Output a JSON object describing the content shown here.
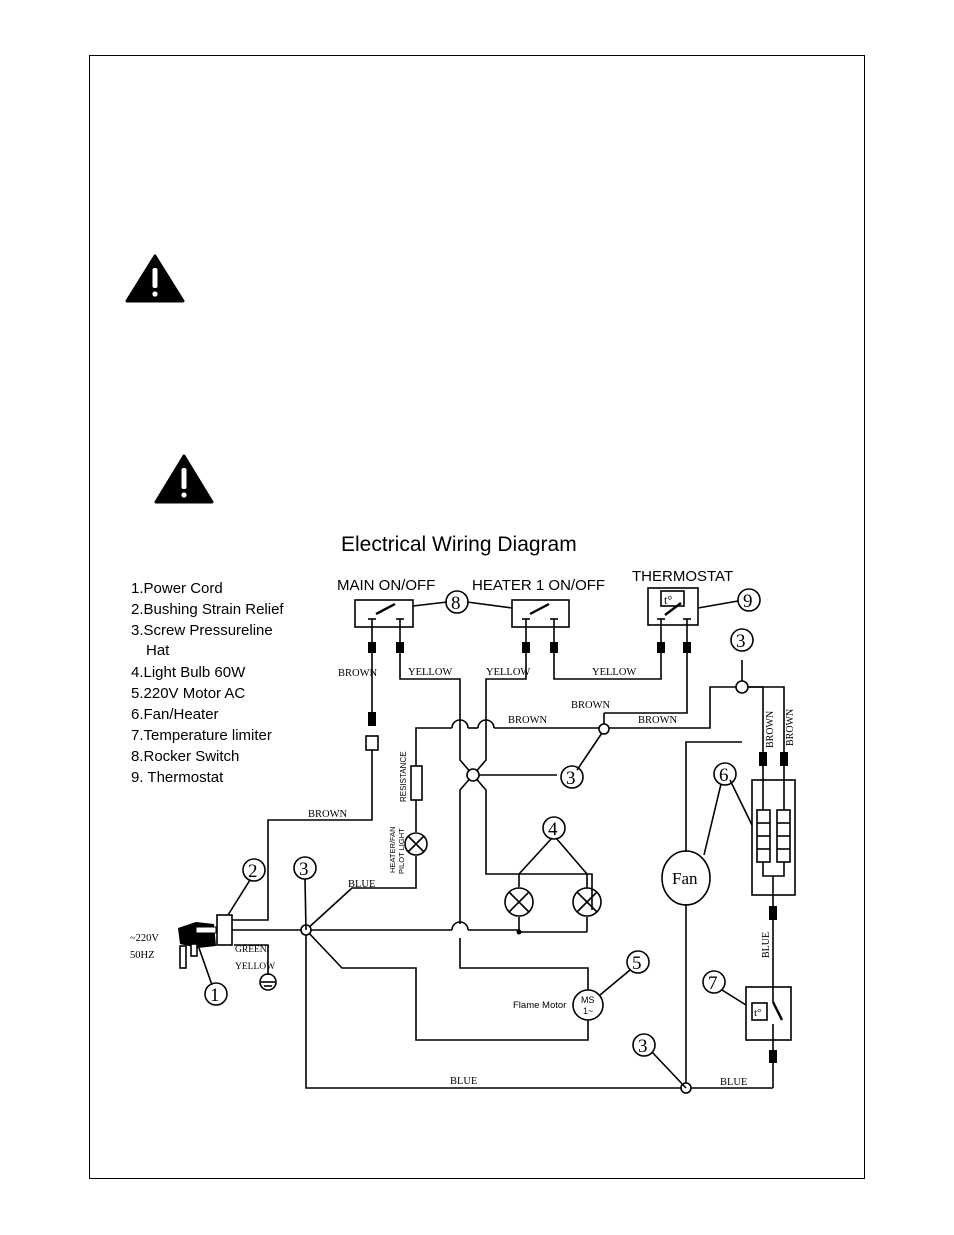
{
  "diagram": {
    "title": "Electrical Wiring Diagram",
    "legend": [
      "1.Power Cord",
      "2.Bushing Strain Relief",
      "3.Screw Pressureline",
      "Hat",
      "4.Light Bulb 60W",
      "5.220V Motor AC",
      "6.Fan/Heater",
      "7.Temperature  limiter",
      "8.Rocker Switch",
      "9. Thermostat"
    ],
    "switch_labels": {
      "main": "MAIN ON/OFF",
      "heater": "HEATER 1 ON/OFF",
      "thermostat": "THERMOSTAT"
    },
    "wire_labels": {
      "brown_main": "BROWN",
      "yellow_main": "YELLOW",
      "yellow_heater": "YELLOW",
      "yellow_thermo": "YELLOW",
      "brown_thermo": "BROWN",
      "brown_junction_left": "BROWN",
      "brown_junction_right": "BROWN",
      "brown_fanheater_1": "BROWN",
      "brown_fanheater_2": "BROWN",
      "brown_cord": "BROWN",
      "blue_cord": "BLUE",
      "blue_right": "BLUE",
      "blue_bottom_left": "BLUE",
      "blue_bottom_right": "BLUE",
      "green_yellow_1": "GREEN/",
      "green_yellow_2": "YELLOW"
    },
    "component_labels": {
      "resistance": "RESISTANCE",
      "pilot_light_1": "HEATER/FAN",
      "pilot_light_2": "PILOT LIGHT",
      "fan": "Fan",
      "flame_motor": "Flame Motor",
      "motor_symbol_1": "MS",
      "motor_symbol_2": "1~",
      "voltage": "~220V",
      "frequency": "50HZ"
    },
    "callouts": {
      "c1": "1",
      "c2": "2",
      "c3a": "3",
      "c3b": "3",
      "c3c": "3",
      "c3d": "3",
      "c4": "4",
      "c5": "5",
      "c6": "6",
      "c7": "7",
      "c8": "8",
      "c9": "9"
    }
  },
  "icons": [
    "warning-icon",
    "warning-icon"
  ]
}
